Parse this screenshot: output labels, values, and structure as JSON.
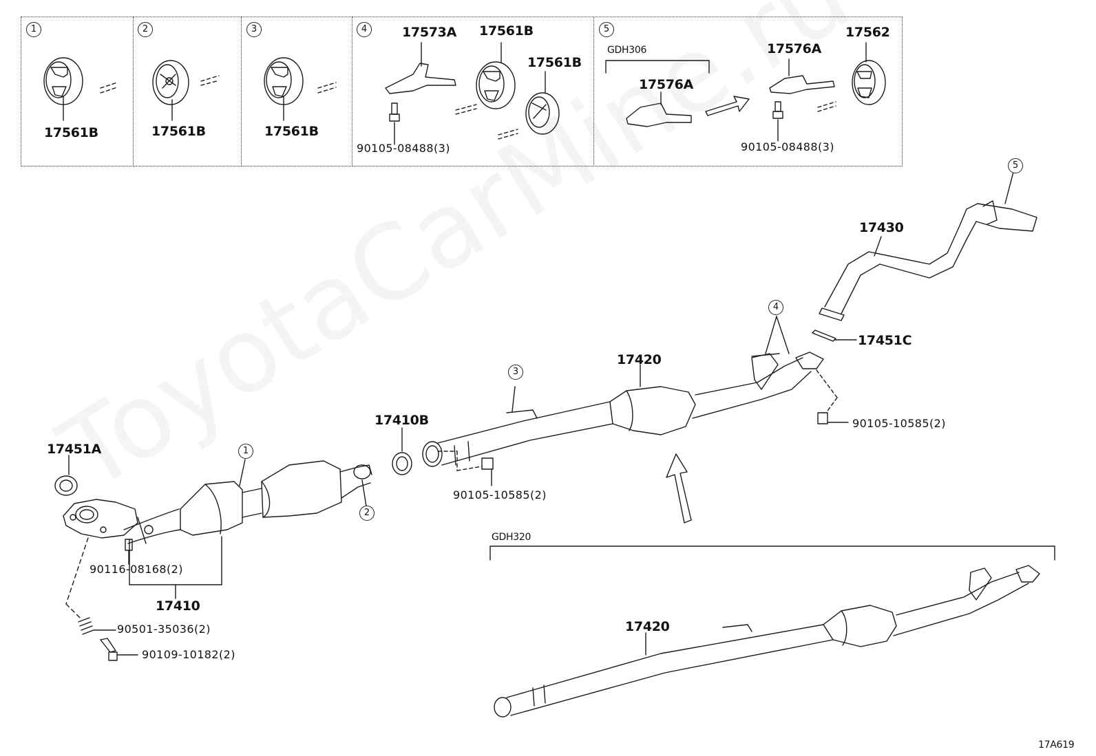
{
  "watermark": "ToyotaCarMine.ru",
  "diagram_code": "17A619",
  "panels": [
    {
      "index": "1",
      "parts": [
        "17561B"
      ]
    },
    {
      "index": "2",
      "parts": [
        "17561B"
      ]
    },
    {
      "index": "3",
      "parts": [
        "17561B"
      ]
    },
    {
      "index": "4",
      "parts": [
        "17573A",
        "17561B",
        "17561B",
        "90105-08488(3)"
      ]
    },
    {
      "index": "5",
      "variant": "GDH306",
      "parts": [
        "17576A",
        "17576A",
        "17562",
        "90105-08488(3)"
      ]
    }
  ],
  "callouts": {
    "c1": "1",
    "c2": "2",
    "c3": "3",
    "c4": "4",
    "c5": "5"
  },
  "parts": {
    "p17451A": "17451A",
    "p90116": "90116-08168(2)",
    "p17410": "17410",
    "p90501": "90501-35036(2)",
    "p90109": "90109-10182(2)",
    "p17410B": "17410B",
    "p90105a": "90105-10585(2)",
    "p17420": "17420",
    "p90105b": "90105-10585(2)",
    "p17451C": "17451C",
    "p17430": "17430",
    "p17420b": "17420"
  },
  "variant_bottom": "GDH320"
}
